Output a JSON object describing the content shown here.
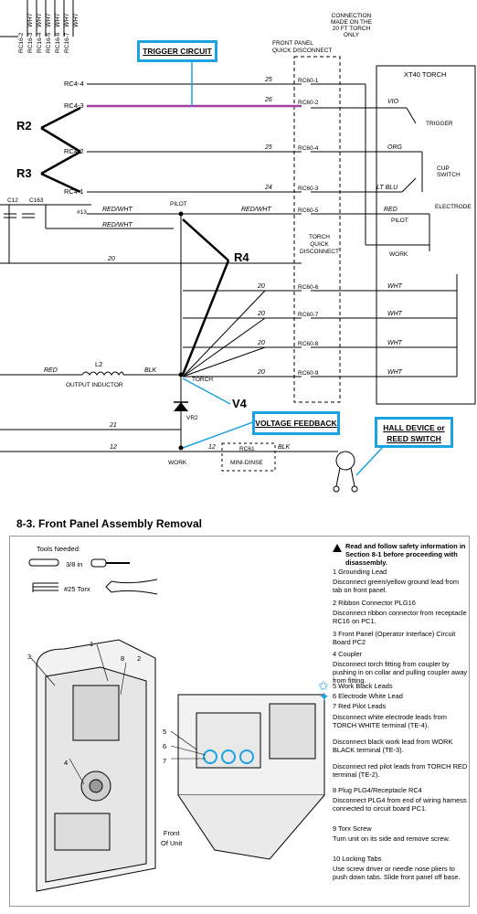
{
  "schematic": {
    "receptacle_labels": [
      "RC16-2",
      "RC16-3",
      "RC16-4",
      "RC16-5",
      "RC16-6",
      "RC16-7"
    ],
    "wht_labels": [
      "WHT",
      "WHT",
      "WHT",
      "WHT",
      "WHT",
      "WHT"
    ],
    "connection_note": [
      "CONNECTION",
      "MADE ON THE",
      "20 FT TORCH",
      "ONLY"
    ],
    "front_panel_title": [
      "FRONT PANEL",
      "QUICK DISCONNECT"
    ],
    "torch_title": "XT40 TORCH",
    "rc4_pins": [
      "RC4-4",
      "RC4-3",
      "RC4-2",
      "RC4-1"
    ],
    "rc60_pins": [
      "RC60-1",
      "RC60-2",
      "RC60-4",
      "RC60-3",
      "RC60-5",
      "RC60-6",
      "RC60-7",
      "RC60-8",
      "RC60-9"
    ],
    "torch_quick_disconnect": [
      "TORCH",
      "QUICK",
      "DISCONNECT"
    ],
    "wire_numbers": [
      "25",
      "26",
      "25",
      "24",
      "20",
      "20",
      "20",
      "20",
      "20",
      "21",
      "12",
      "12"
    ],
    "wire_colors": [
      "VIO",
      "ORG",
      "LT BLU",
      "RED",
      "WHT",
      "WHT",
      "WHT",
      "WHT",
      "RED/WHT",
      "RED/WHT",
      "RED/WHT",
      "RED",
      "BLK",
      "BLK"
    ],
    "component_labels": {
      "trigger": "TRIGGER",
      "cup_switch": [
        "CUP",
        "SWITCH"
      ],
      "electrode": "ELECTRODE",
      "pilot": "PILOT",
      "work": "WORK",
      "c12": "C12",
      "c163": "C163",
      "pin13": "#13",
      "l2": "L2",
      "output_inductor": "OUTPUT INDUCTOR",
      "torch_node": "TORCH",
      "vr2": "VR2",
      "work_node": "WORK",
      "rc61": "RC61",
      "mini_dinse": "MINI-DINSE"
    },
    "callouts": {
      "trigger_circuit": "TRIGGER CIRCUIT",
      "voltage_feedback": "VOLTAGE FEEDBACK",
      "hall_device": [
        "HALL DEVICE or",
        "REED SWITCH"
      ]
    },
    "r_labels": {
      "r2": "R2",
      "r3": "R3",
      "r4": "R4",
      "v4": "V4"
    }
  },
  "section": {
    "title": "8-3.   Front Panel Assembly Removal",
    "tools_needed": "Tools Needed:",
    "tool_sizes": [
      "3/8 in",
      "#25 Torx"
    ],
    "figure_callouts": [
      "1",
      "8",
      "2",
      "3",
      "4",
      "5",
      "6",
      "7"
    ],
    "front_of_unit": [
      "Front",
      "Of Unit"
    ],
    "warning": "Read and follow safety information in Section 8-1 before proceeding with disassembly.",
    "steps": [
      {
        "title": "1    Grounding Lead",
        "text": "Disconnect green/yellow ground lead from tab on front panel."
      },
      {
        "title": "2    Ribbon Connector PLG16",
        "text": "Disconnect ribbon connector from receptacle RC16 on PC1."
      },
      {
        "title": "3    Front Panel (Operator Interface) Circuit Board PC2",
        "text": ""
      },
      {
        "title": "4    Coupler",
        "text": "Disconnect torch fitting from coupler by pushing in on collar and pulling coupler away from fitting."
      },
      {
        "title": "5    Work Black Leads",
        "text": ""
      },
      {
        "title": "6    Electrode White Lead",
        "text": ""
      },
      {
        "title": "7    Red Pilot Leads",
        "text": "Disconnect white electrode leads from TORCH WHITE terminal (TE-4)."
      },
      {
        "title": "",
        "text": "Disconnect black work lead from WORK BLACK terminal (TE-3)."
      },
      {
        "title": "",
        "text": "Disconnect red pilot leads from TORCH RED terminal (TE-2)."
      },
      {
        "title": "8    Plug PLG4/Receptacle RC4",
        "text": "Disconnect PLG4 from end of wiring harness connected to circuit board PC1."
      },
      {
        "title": "9    Torx Screw",
        "text": "Turn unit on its side and remove screw."
      },
      {
        "title": "10  Locking Tabs",
        "text": "Use screw driver or needle nose pliers to push down tabs. Slide front panel off base."
      }
    ]
  },
  "colors": {
    "accent": "#1aa3e0",
    "trigger_wire": "#a040a0"
  }
}
